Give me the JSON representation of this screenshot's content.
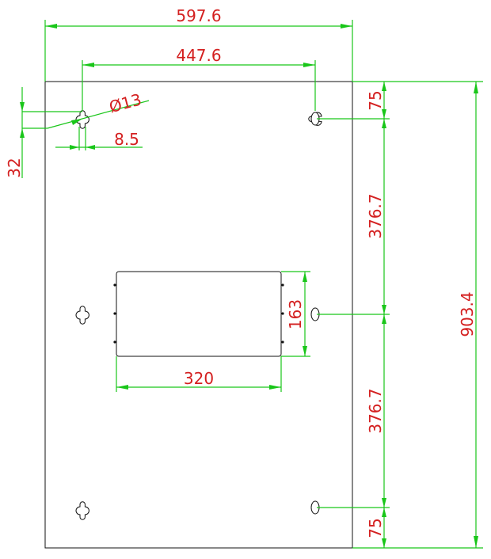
{
  "dimensions": {
    "overall_width": "597.6",
    "slot_spacing_width": "447.6",
    "hole_diameter": "Ø13",
    "slot_offset": "8.5",
    "left_offset": "32",
    "top_offset": "75",
    "upper_spacing": "376.7",
    "lower_spacing": "376.7",
    "bottom_offset": "75",
    "overall_height": "903.4",
    "window_height": "163",
    "window_width": "320"
  },
  "colors": {
    "dimension_line": "#19c619",
    "dimension_text": "#d42020",
    "outline": "#111111"
  }
}
